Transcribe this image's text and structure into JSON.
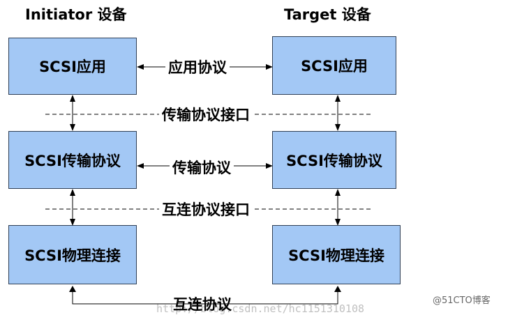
{
  "titles": {
    "initiator": "Initiator 设备",
    "target": "Target 设备"
  },
  "initiator_boxes": {
    "app": "SCSI应用",
    "transport": "SCSI传输协议",
    "physical": "SCSI物理连接"
  },
  "target_boxes": {
    "app": "SCSI应用",
    "transport": "SCSI传输协议",
    "physical": "SCSI物理连接"
  },
  "protocols": {
    "application": "应用协议",
    "transport_interface": "传输协议接口",
    "transport": "传输协议",
    "interconnect_interface": "互连协议接口",
    "interconnect": "互连协议"
  },
  "watermark": "http://blog.csdn.net/hc1151310108",
  "credit": "@51CTO博客",
  "colors": {
    "box_fill": "#a3c8f5",
    "box_border": "#2f3f55"
  }
}
